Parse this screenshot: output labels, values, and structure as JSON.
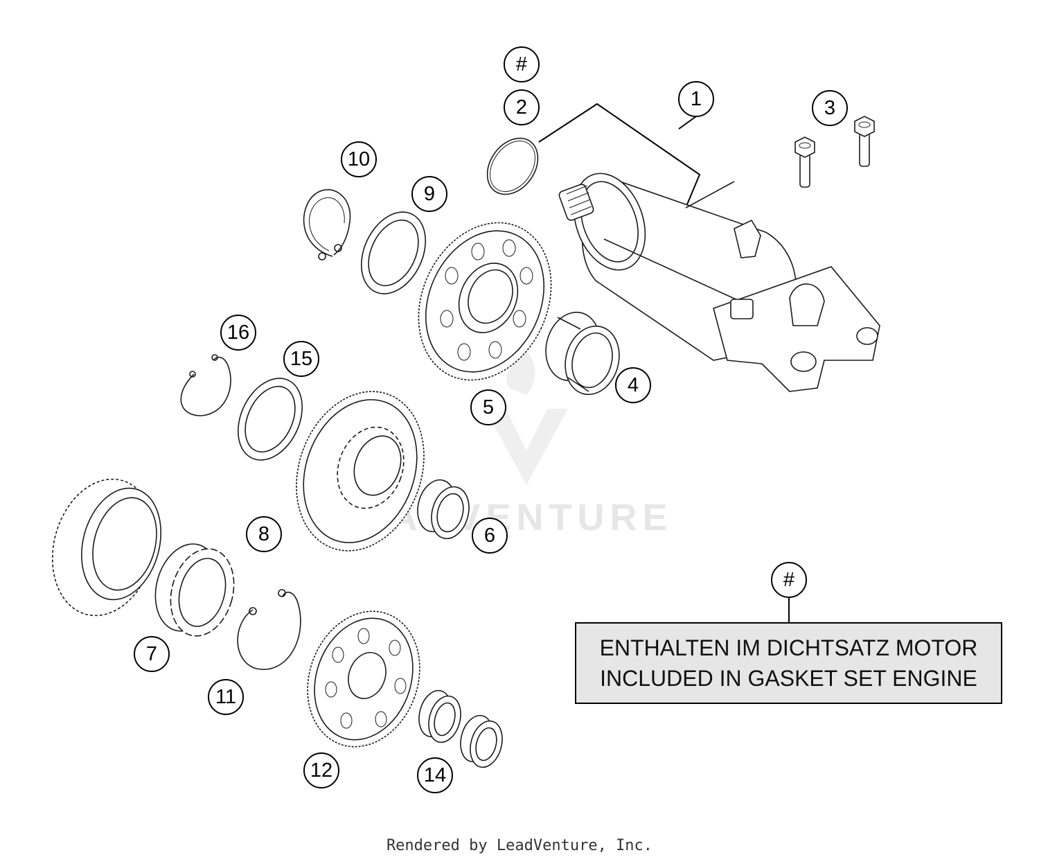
{
  "callouts": [
    {
      "id": "hash-top",
      "label": "#"
    },
    {
      "id": "c1",
      "label": "1"
    },
    {
      "id": "c2",
      "label": "2"
    },
    {
      "id": "c3",
      "label": "3"
    },
    {
      "id": "c4",
      "label": "4"
    },
    {
      "id": "c5",
      "label": "5"
    },
    {
      "id": "c6",
      "label": "6"
    },
    {
      "id": "c7",
      "label": "7"
    },
    {
      "id": "c8",
      "label": "8"
    },
    {
      "id": "c9",
      "label": "9"
    },
    {
      "id": "c10",
      "label": "10"
    },
    {
      "id": "c11",
      "label": "11"
    },
    {
      "id": "c12",
      "label": "12"
    },
    {
      "id": "c14",
      "label": "14"
    },
    {
      "id": "c15",
      "label": "15"
    },
    {
      "id": "c16",
      "label": "16"
    },
    {
      "id": "hash-note",
      "label": "#"
    }
  ],
  "note": {
    "line1": "ENTHALTEN IM DICHTSATZ MOTOR",
    "line2": "INCLUDED IN GASKET SET ENGINE"
  },
  "watermark": "LEADVENTURE",
  "footer": "Rendered by LeadVenture, Inc.",
  "colors": {
    "note_background": "#e6e6e6",
    "line_art": "#1a1a1a",
    "watermark": "#e6e6e6"
  }
}
